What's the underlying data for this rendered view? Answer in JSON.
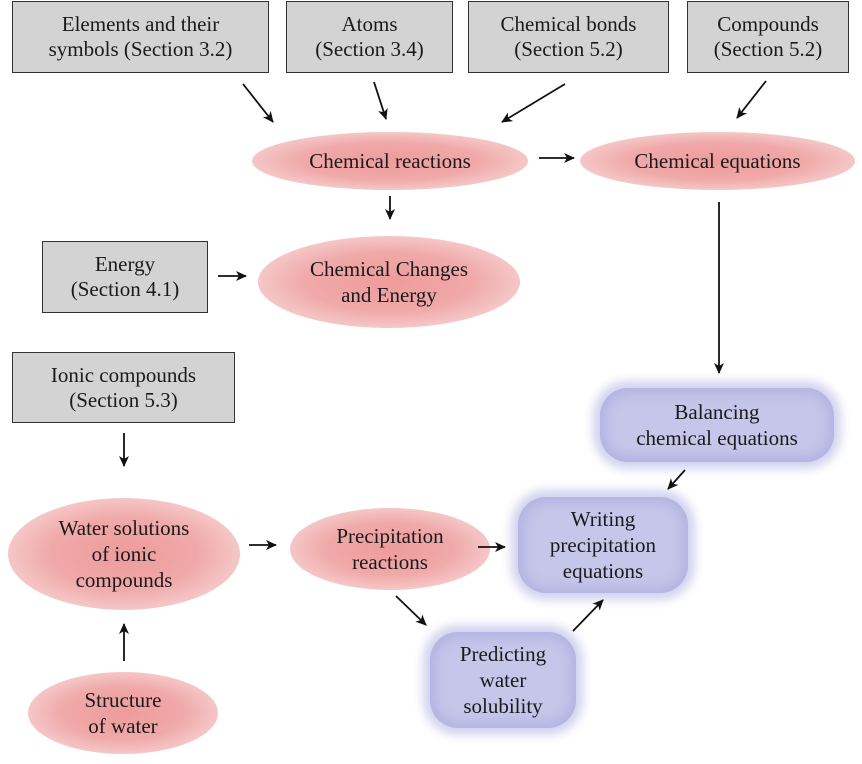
{
  "nodes": {
    "elements": [
      "Elements and their",
      "symbols (Section 3.2)"
    ],
    "atoms": [
      "Atoms",
      "(Section 3.4)"
    ],
    "bonds": [
      "Chemical bonds",
      "(Section 5.2)"
    ],
    "compounds": [
      "Compounds",
      "(Section 5.2)"
    ],
    "reactions": [
      "Chemical reactions"
    ],
    "equations": [
      "Chemical equations"
    ],
    "energy": [
      "Energy",
      "(Section 4.1)"
    ],
    "changes": [
      "Chemical Changes",
      "and Energy"
    ],
    "ionic": [
      "Ionic compounds",
      "(Section 5.3)"
    ],
    "balancing": [
      "Balancing",
      "chemical equations"
    ],
    "water_solutions": [
      "Water solutions",
      "of ionic",
      "compounds"
    ],
    "precipitation": [
      "Precipitation",
      "reactions"
    ],
    "writing": [
      "Writing",
      "precipitation",
      "equations"
    ],
    "predicting": [
      "Predicting",
      "water",
      "solubility"
    ],
    "structure": [
      "Structure",
      "of water"
    ]
  },
  "colors": {
    "box_fill": "#d3d3d3",
    "oval_fill": "#f0a9a9",
    "rounded_fill": "#c6c6ea",
    "arrow": "#111111"
  }
}
